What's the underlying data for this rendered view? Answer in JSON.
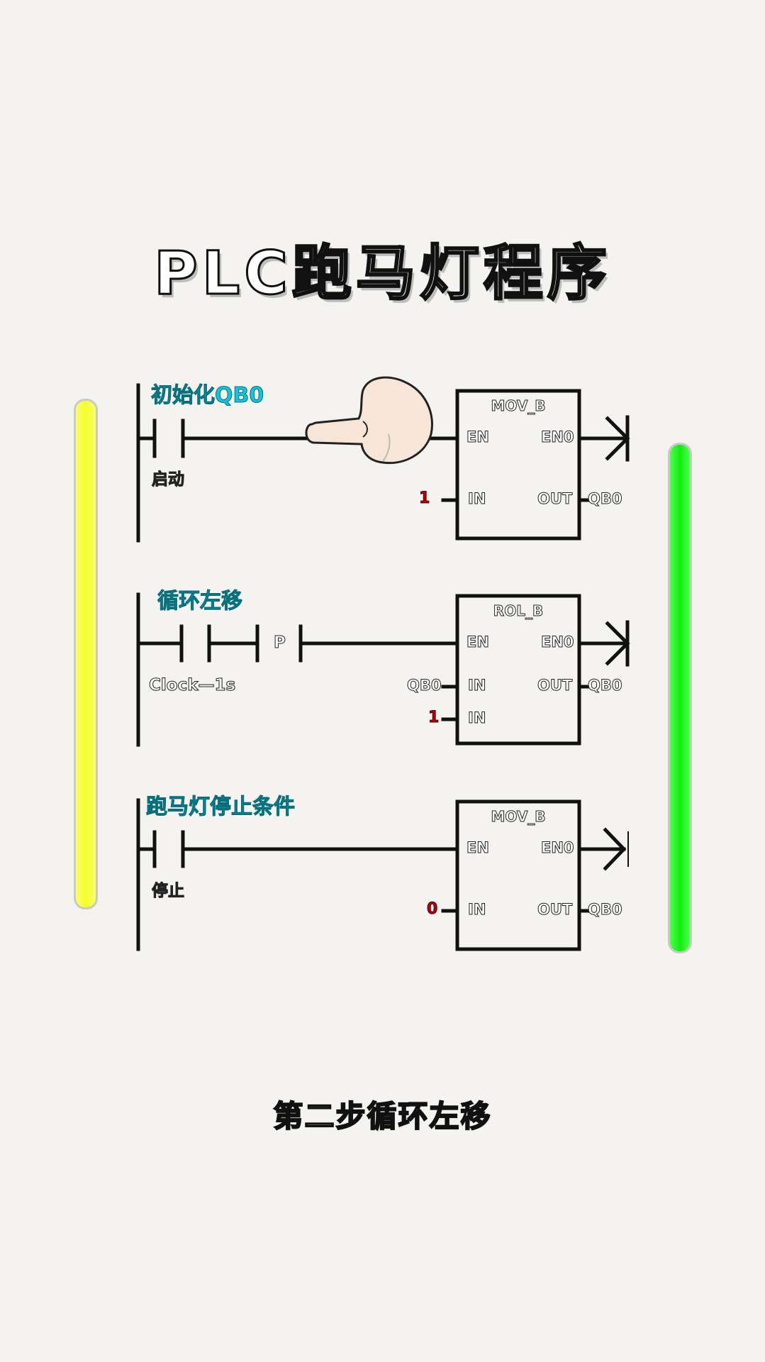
{
  "title": "PLC跑马灯程序",
  "caption": "第二步循环左移",
  "colors": {
    "left_bar": "#f3ff2e",
    "right_bar": "#11ee11",
    "rung_label": "#17c3d8",
    "constant": "#b00010",
    "background": "#f5f3ef"
  },
  "icons": {
    "pointer": "pointing-hand-icon"
  },
  "rungs": [
    {
      "label": "初始化QB0",
      "contact_label": "启动",
      "block": {
        "name": "MOV_B",
        "en": "EN",
        "eno": "EN0",
        "in": "IN",
        "out": "OUT",
        "in_value": "1",
        "out_value": "QB0"
      }
    },
    {
      "label": "循环左移",
      "contact_label": "Clock—1s",
      "edge_label": "P",
      "block": {
        "name": "ROL_B",
        "en": "EN",
        "eno": "EN0",
        "in": "IN",
        "out": "OUT",
        "in_value": "QB0",
        "out_value": "QB0",
        "n_pin": "IN",
        "n_value": "1"
      }
    },
    {
      "label": "跑马灯停止条件",
      "contact_label": "停止",
      "block": {
        "name": "MOV_B",
        "en": "EN",
        "eno": "EN0",
        "in": "IN",
        "out": "OUT",
        "in_value": "0",
        "out_value": "QB0"
      }
    }
  ]
}
